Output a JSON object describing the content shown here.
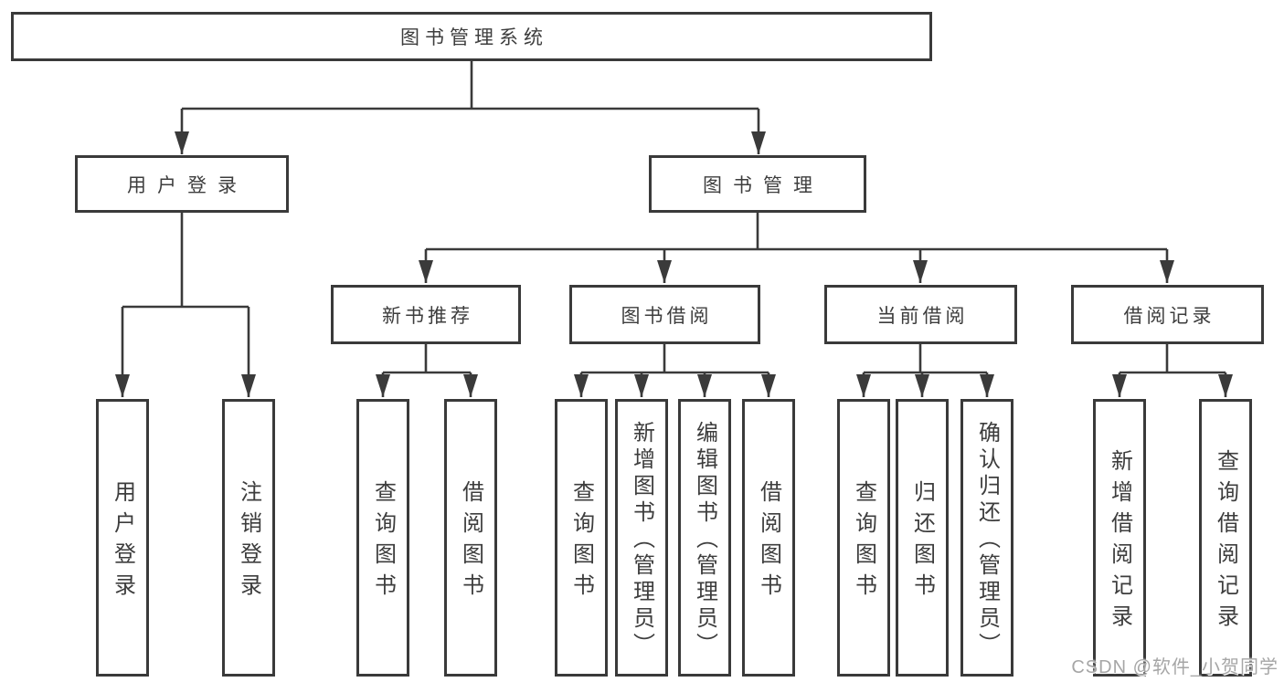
{
  "diagram": {
    "watermark": "CSDN @软件_小贺同学",
    "colors": {
      "line": "#3a3a3a",
      "text": "#3d3d3d",
      "background": "#ffffff",
      "watermark": "#a6a6a6"
    },
    "tree": {
      "label": "图书管理系统",
      "children": [
        {
          "label": "用户登录",
          "children": [
            {
              "label": "用户登录"
            },
            {
              "label": "注销登录"
            }
          ]
        },
        {
          "label": "图书管理",
          "children": [
            {
              "label": "新书推荐",
              "children": [
                {
                  "label": "查询图书"
                },
                {
                  "label": "借阅图书"
                }
              ]
            },
            {
              "label": "图书借阅",
              "children": [
                {
                  "label": "查询图书"
                },
                {
                  "label": "新增图书（管理员）"
                },
                {
                  "label": "编辑图书（管理员）"
                },
                {
                  "label": "借阅图书"
                }
              ]
            },
            {
              "label": "当前借阅",
              "children": [
                {
                  "label": "查询图书"
                },
                {
                  "label": "归还图书"
                },
                {
                  "label": "确认归还（管理员）"
                }
              ]
            },
            {
              "label": "借阅记录",
              "children": [
                {
                  "label": "新增借阅记录"
                },
                {
                  "label": "查询借阅记录"
                }
              ]
            }
          ]
        }
      ]
    }
  }
}
